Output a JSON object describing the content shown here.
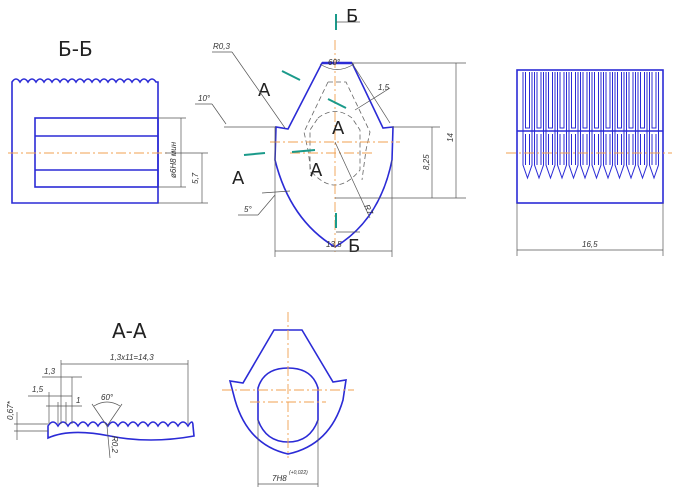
{
  "colors": {
    "outline": "#2b2bd6",
    "centerline": "#f0a050",
    "cutting_plane": "#1a9a8a",
    "dimension": "#555555"
  },
  "views": {
    "section_bb": {
      "title": "Б-Б",
      "dims": {
        "bore": "ø6H8 мин",
        "height": "5,7"
      }
    },
    "front": {
      "cut_label_b": "Б",
      "cut_label_a": "А",
      "dims": {
        "radius_tip": "R0,3",
        "angle_top": "60°",
        "step": "1,5",
        "angle_left": "10°",
        "height_total": "14",
        "height_mid": "8,25",
        "radius_main": "R7",
        "angle_side": "5°",
        "width": "13,5"
      }
    },
    "side": {
      "dims": {
        "width": "16,5"
      }
    },
    "section_aa": {
      "title": "А-А",
      "dims": {
        "pitch_total": "1,3x11=14,3",
        "pitch": "1,3",
        "offset": "1,5",
        "tooth": "1",
        "angle": "60°",
        "depth": "0,67*",
        "radius": "R0,2"
      }
    },
    "cross_section": {
      "dims": {
        "bore": "7H8",
        "tolerance": "(+0,022)"
      }
    }
  }
}
